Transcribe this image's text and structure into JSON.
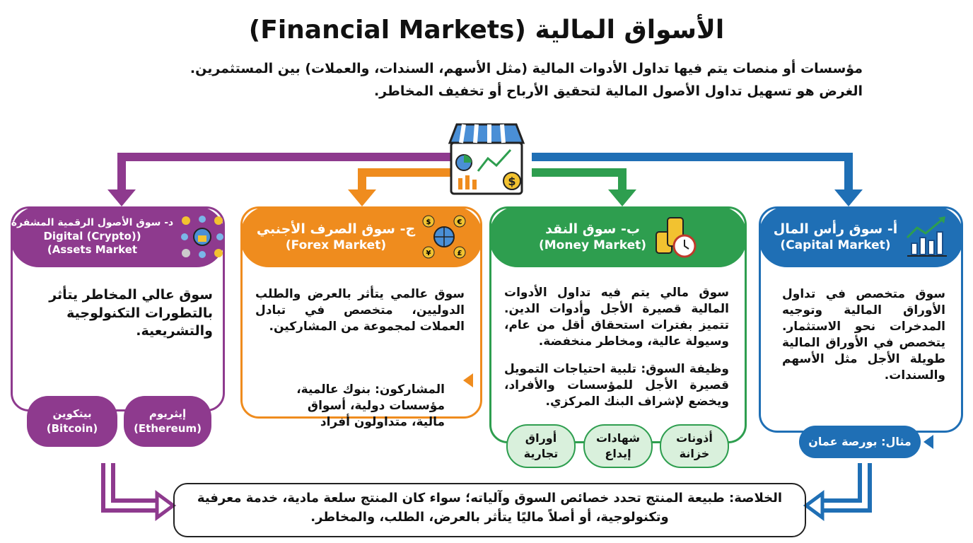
{
  "title": "الأسواق المالية (Financial Markets)",
  "subtitle": [
    "مؤسسات أو منصات يتم فيها تداول الأدوات المالية (مثل الأسهم، السندات، والعملات) بين المستثمرين.",
    "الغرض هو تسهيل تداول الأصول المالية لتحقيق الأرباح أو تخفيف المخاطر."
  ],
  "colors": {
    "capital": "#1f6fb5",
    "money": "#2e9e4f",
    "forex": "#ef8c1e",
    "crypto": "#8e3a8e"
  },
  "markets": {
    "capital": {
      "title": "أ- سوق رأس المال",
      "title_en": "(Capital Market)",
      "icon": "chart-growth-icon",
      "body": "سوق متخصص في تداول الأوراق المالية وتوجيه المدخرات نحو الاستثمار. يتخصص في الأوراق المالية طويلة الأجل مثل الأسهم والسندات.",
      "example": "مثال: بورصة عمان"
    },
    "money": {
      "title": "ب- سوق النقد",
      "title_en": "(Money Market)",
      "icon": "coins-clock-icon",
      "body": "سوق مالي يتم فيه تداول الأدوات المالية قصيرة الأجل وأدوات الدين. تتميز بفترات استحقاق أقل من عام، وسيولة عالية، ومخاطر منخفضة.",
      "function": "وظيفة السوق: تلبية احتياجات التمويل قصيرة الأجل للمؤسسات والأفراد، ويخضع لإشراف البنك المركزي.",
      "instruments": [
        "أذونات خزانة",
        "شهادات إيداع",
        "أوراق تجارية"
      ]
    },
    "forex": {
      "title": "ج- سوق الصرف الأجنبي",
      "title_en": "(Forex Market)",
      "icon": "globe-currency-icon",
      "body": "سوق عالمي يتأثر بالعرض والطلب الدوليين، متخصص في تبادل العملات لمجموعة من المشاركين.",
      "participants": "المشاركون: بنوك عالمية، مؤسسات دولية، أسواق مالية، متداولون أفراد"
    },
    "crypto": {
      "title": "د- سوق الأصول الرقمية المشفرة",
      "title_en": "(Digital (Crypto)",
      "title_en2": "Assets Market)",
      "icon": "crypto-network-icon",
      "body": "سوق عالي المخاطر يتأثر بالتطورات التكنولوجية والتشريعية.",
      "coins": [
        {
          "ar": "بيتكوين",
          "en": "(Bitcoin)"
        },
        {
          "ar": "إيثريوم",
          "en": "(Ethereum)"
        }
      ]
    }
  },
  "summary": "الخلاصة: طبيعة المنتج تحدد خصائص السوق وآلياته؛ سواء كان المنتج سلعة مادية، خدمة معرفية وتكنولوجية، أو أصلاً ماليًا يتأثر بالعرض، الطلب، والمخاطر."
}
